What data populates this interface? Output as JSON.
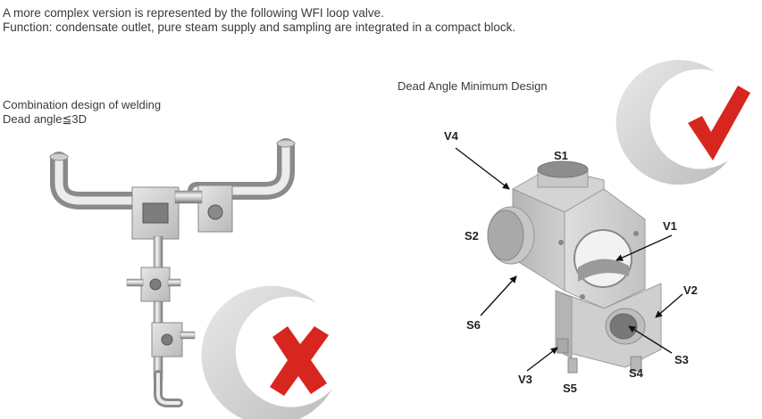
{
  "intro": {
    "line1": "A more complex version is represented by the following WFI loop valve.",
    "line2": "Function: condensate outlet, pure steam supply and sampling are integrated in a compact block."
  },
  "left": {
    "caption_line1": "Combination design of welding",
    "caption_line2": "Dead angle≦3D",
    "verdict_icon": "cross-mark-icon",
    "verdict_color": "#d7261e"
  },
  "right": {
    "caption": "Dead Angle Minimum Design",
    "verdict_icon": "check-mark-icon",
    "verdict_color": "#d7261e",
    "labels": {
      "v4": "V4",
      "s1": "S1",
      "s2": "S2",
      "v1": "V1",
      "v2": "V2",
      "s6": "S6",
      "s3": "S3",
      "s4": "S4",
      "v3": "V3",
      "s5": "S5"
    }
  }
}
